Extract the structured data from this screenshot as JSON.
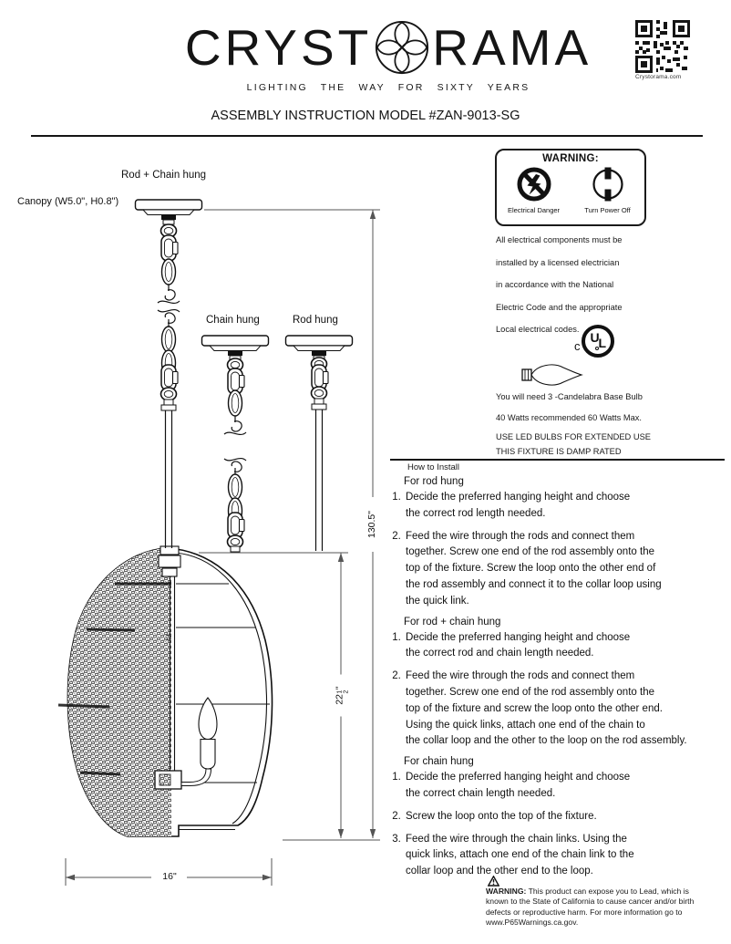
{
  "brand": {
    "logo_left": "CRYST",
    "logo_right": "RAMA",
    "tagline": "LIGHTING THE WAY FOR SIXTY YEARS",
    "qr_caption": "Crystorama.com"
  },
  "title": "ASSEMBLY INSTRUCTION MODEL #ZAN-9013-SG",
  "diagram": {
    "labels": {
      "rod_chain_hung": "Rod + Chain hung",
      "canopy": "Canopy (W5.0\", H0.8\")",
      "chain_hung": "Chain hung",
      "rod_hung": "Rod hung"
    },
    "dimensions": {
      "overall_height": "130.5\"",
      "fixture_height": {
        "whole": "22",
        "num": "1",
        "den": "2",
        "unit": "\""
      },
      "fixture_width": "16\""
    }
  },
  "warning_box": {
    "title": "WARNING:",
    "left_caption": "Electrical Danger",
    "right_caption": "Turn Power Off"
  },
  "electrical_notice": {
    "lines": [
      "All electrical components must be",
      "installed by a licensed electrician",
      "in accordance with the National",
      "Electric Code and the appropriate",
      "Local electrical codes."
    ]
  },
  "certification": {
    "ul_prefix": "c",
    "ul_u": "U",
    "ul_l": "L"
  },
  "bulb_info": {
    "lines": [
      "You will need 3 -Candelabra Base Bulb",
      "40 Watts recommended 60 Watts Max.",
      "USE LED BULBS FOR EXTENDED USE",
      "THIS FIXTURE IS DAMP RATED"
    ]
  },
  "install": {
    "heading": "How to Install",
    "sections": [
      {
        "title": "For rod hung",
        "steps": [
          "Decide the preferred hanging height and choose\nthe correct rod length needed.",
          "Feed the wire through the rods and connect them\ntogether. Screw one end of the rod assembly onto the\ntop of the fixture. Screw the loop onto the other end of\nthe rod assembly and connect it to the collar loop using\nthe quick link."
        ]
      },
      {
        "title": "For rod + chain hung",
        "steps": [
          "Decide the preferred hanging height and choose\nthe correct rod and chain length needed.",
          "Feed the wire through the rods and connect them\ntogether. Screw one end of the rod assembly onto the\ntop of the fixture and screw the loop onto the other end.\nUsing the quick links, attach one end of the chain to\nthe collar loop and the other to the loop on the rod assembly."
        ]
      },
      {
        "title": "For chain hung",
        "steps": [
          "Decide the preferred hanging height and choose\nthe correct chain length needed.",
          "Screw the loop onto the top of the fixture.",
          "Feed the wire through the chain links. Using the\nquick links, attach one end of the chain link to the\ncollar loop and the other end to the loop."
        ]
      }
    ]
  },
  "prop65": {
    "label": "WARNING:",
    "text": "This product can expose you to Lead, which is known to the State of California to cause cancer and/or birth defects or reproductive harm. For more information go to www.P65Warnings.ca.gov."
  }
}
